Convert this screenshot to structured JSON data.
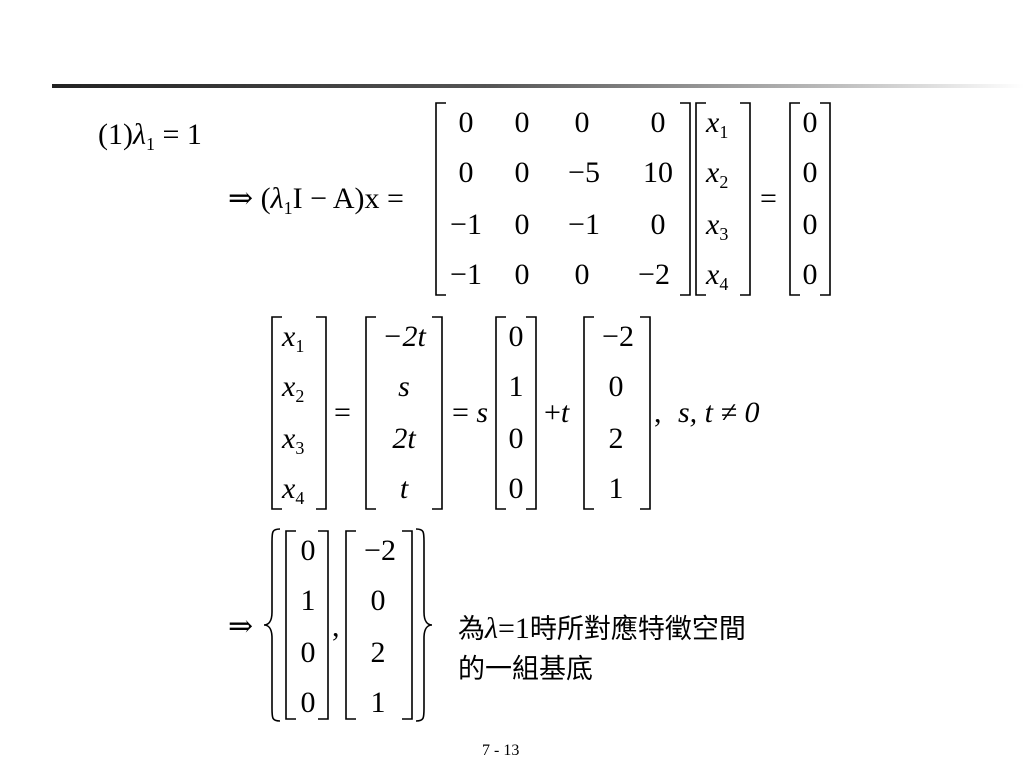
{
  "slide": {
    "step_label": "(1)",
    "lambda": "λ",
    "one_sub": "1",
    "eq_one": "= 1",
    "implies": "⇒",
    "eq": "=",
    "plus": "+",
    "comma": ",",
    "s": "s",
    "t": "t",
    "lhs_expr_open": "(",
    "lhs_expr_rest": "I − A)x =",
    "condition": "s, t ≠ 0",
    "matrix_A": [
      [
        "0",
        "0",
        "0",
        "0"
      ],
      [
        "0",
        "0",
        "−5",
        "10"
      ],
      [
        "−1",
        "0",
        "−1",
        "0"
      ],
      [
        "−1",
        "0",
        "0",
        "−2"
      ]
    ],
    "x_vars": [
      "x",
      "x",
      "x",
      "x"
    ],
    "x_subs": [
      "1",
      "2",
      "3",
      "4"
    ],
    "zero_vec": [
      "0",
      "0",
      "0",
      "0"
    ],
    "solution_vec": [
      "−2t",
      "s",
      "2t",
      "t"
    ],
    "basis_vec1": [
      "0",
      "1",
      "0",
      "0"
    ],
    "basis_vec2": [
      "−2",
      "0",
      "2",
      "1"
    ],
    "caption_prefix": "為",
    "caption_lambda": "λ",
    "caption_eq": "=1",
    "caption_rest": "時所對應特徵空間",
    "caption_line2": "的一組基底",
    "page_number": "7 - 13"
  }
}
